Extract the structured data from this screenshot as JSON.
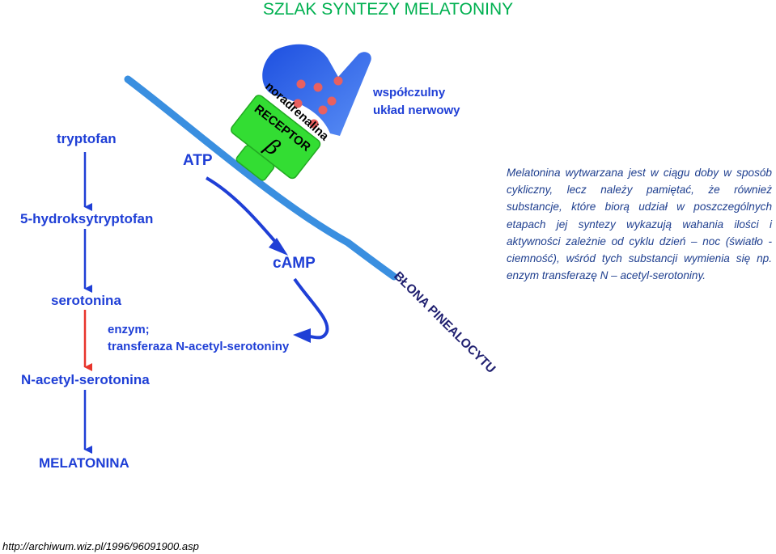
{
  "title": "SZLAK SYNTEZY MELATONINY",
  "pathway": {
    "tryptofan": "tryptofan",
    "hydroksy": "5-hydroksytryptofan",
    "serotonina": "serotonina",
    "enzyme_line1": "enzym;",
    "enzyme_line2": "transferaza N-acetyl-serotoniny",
    "acetyl": "N-acetyl-serotonina",
    "melatonina": "MELATONINA"
  },
  "labels": {
    "atp": "ATP",
    "camp": "cAMP",
    "receptor": "RECEPTOR",
    "beta": "β",
    "noradrenalina": "noradrenalina",
    "nervous_line1": "współczulny",
    "nervous_line2": "układ nerwowy",
    "membrane": "BŁONA PINEALOCYTU"
  },
  "description": "Melatonina wytwarzana jest w ciągu doby w sposób cykliczny, lecz należy pamiętać, że również substancje, które biorą udział w poszczególnych etapach jej syntezy wykazują wahania ilości i aktywności zależnie od cyklu dzień – noc (światło - ciemność), wśród tych substancji wymienia się np. enzym transferazę N – acetyl-serotoniny.",
  "source": "http://archiwum.wiz.pl/1996/96091900.asp",
  "colors": {
    "title": "#00b050",
    "label": "#1f3fd6",
    "arrow_blue": "#1f3fd6",
    "arrow_red": "#e8342b",
    "membrane": "#3a8fe0",
    "receptor": "#33dd33",
    "molecule": "#e86060",
    "description": "#1f3f8f"
  }
}
